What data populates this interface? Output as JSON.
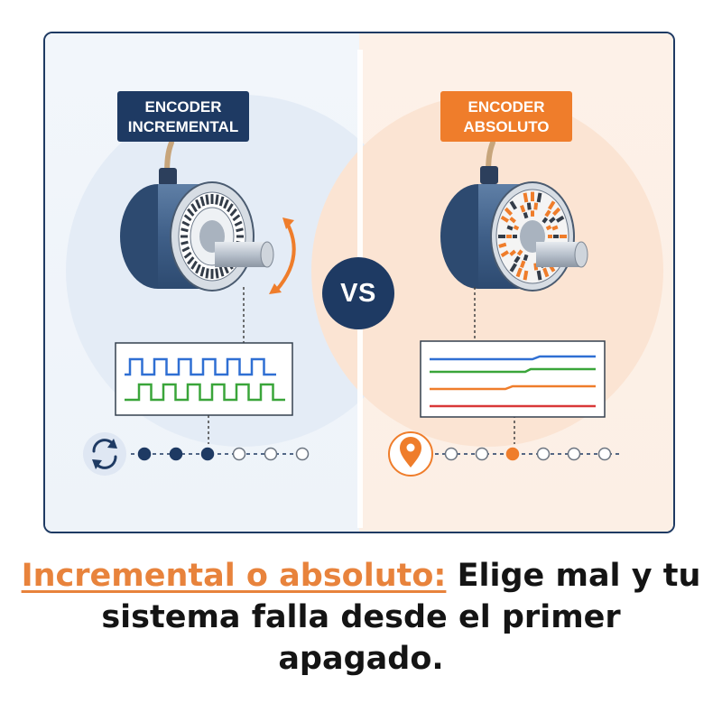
{
  "labels": {
    "incremental_line1": "ENCODER",
    "incremental_line2": "INCREMENTAL",
    "absolute_line1": "ENCODER",
    "absolute_line2": "ABSOLUTO",
    "versus": "VS"
  },
  "headline": {
    "highlight": "Incremental o absoluto:",
    "rest": " Elige mal y tu sistema falla desde el primer apagado."
  },
  "colors": {
    "navy": "#1e3a63",
    "orange": "#ef7d2b",
    "signal_blue": "#2f6fd3",
    "signal_green": "#3aa53a",
    "signal_orange": "#ef7d2b",
    "signal_red": "#d93838"
  },
  "icons": {
    "incremental_status": "refresh-icon",
    "absolute_status": "location-pin-icon",
    "rotation": "rotation-arrow-icon"
  },
  "position_track": {
    "incremental_filled_count": 3,
    "incremental_total": 6,
    "absolute_marked_index": 3,
    "absolute_total": 6
  }
}
